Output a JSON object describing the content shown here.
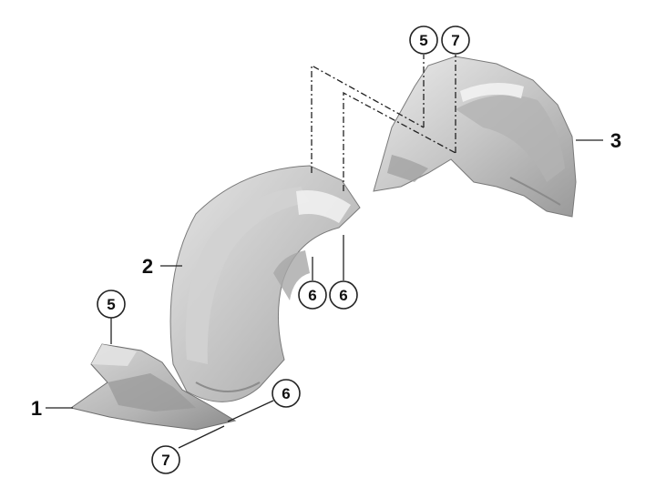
{
  "parts": [
    {
      "label": "1"
    },
    {
      "label": "2"
    },
    {
      "label": "3"
    }
  ],
  "callouts": [
    {
      "label": "5"
    },
    {
      "label": "7"
    },
    {
      "label": "5"
    },
    {
      "label": "6"
    },
    {
      "label": "6"
    },
    {
      "label": "6"
    },
    {
      "label": "7"
    }
  ],
  "colors": {
    "part_fill_light": "#dedede",
    "part_fill_mid": "#bdbdbd",
    "part_fill_dark": "#8e8e8e",
    "line": "#222222"
  }
}
